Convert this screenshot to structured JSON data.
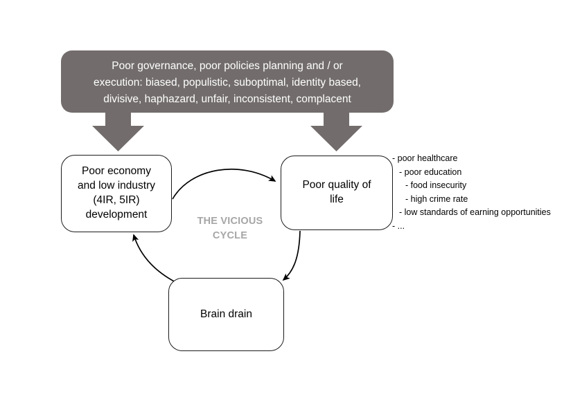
{
  "diagram": {
    "title_caption": "THE VICIOUS\nCYCLE",
    "banner": {
      "text": "Poor governance, poor policies planning and / or\nexecution: biased, populistic, suboptimal, identity based,\ndivisive, haphazard, unfair, inconsistent, complacent",
      "fill_color": "#726D6C",
      "text_color": "#FFFFFF"
    },
    "nodes": [
      {
        "id": "economy",
        "label": "Poor economy\nand low industry\n(4IR, 5IR)\ndevelopment"
      },
      {
        "id": "quality",
        "label": "Poor quality of\nlife"
      },
      {
        "id": "brain",
        "label": "Brain drain"
      }
    ],
    "bullets": [
      {
        "text": "- poor healthcare",
        "indent": 0
      },
      {
        "text": "- poor education",
        "indent": 10
      },
      {
        "text": "- food insecurity",
        "indent": 19
      },
      {
        "text": "- high crime rate",
        "indent": 19
      },
      {
        "text": "- low standards of earning opportunities",
        "indent": 10
      },
      {
        "text": "- ...",
        "indent": 0
      }
    ],
    "colors": {
      "gray_fill": "#726D6C",
      "caption_gray": "#A6A6A6",
      "stroke_black": "#1A1A1A",
      "background": "#FFFFFF"
    },
    "arrows": [
      {
        "name": "banner-to-economy",
        "style": "block",
        "direction": "down",
        "color": "#726D6C"
      },
      {
        "name": "banner-to-quality",
        "style": "block",
        "direction": "down",
        "color": "#726D6C"
      },
      {
        "name": "economy-to-quality",
        "style": "curved",
        "direction": "right",
        "color": "#000000"
      },
      {
        "name": "quality-to-brain",
        "style": "curved",
        "direction": "down-left",
        "color": "#000000"
      },
      {
        "name": "brain-to-economy",
        "style": "curved",
        "direction": "up-left",
        "color": "#000000"
      }
    ]
  }
}
